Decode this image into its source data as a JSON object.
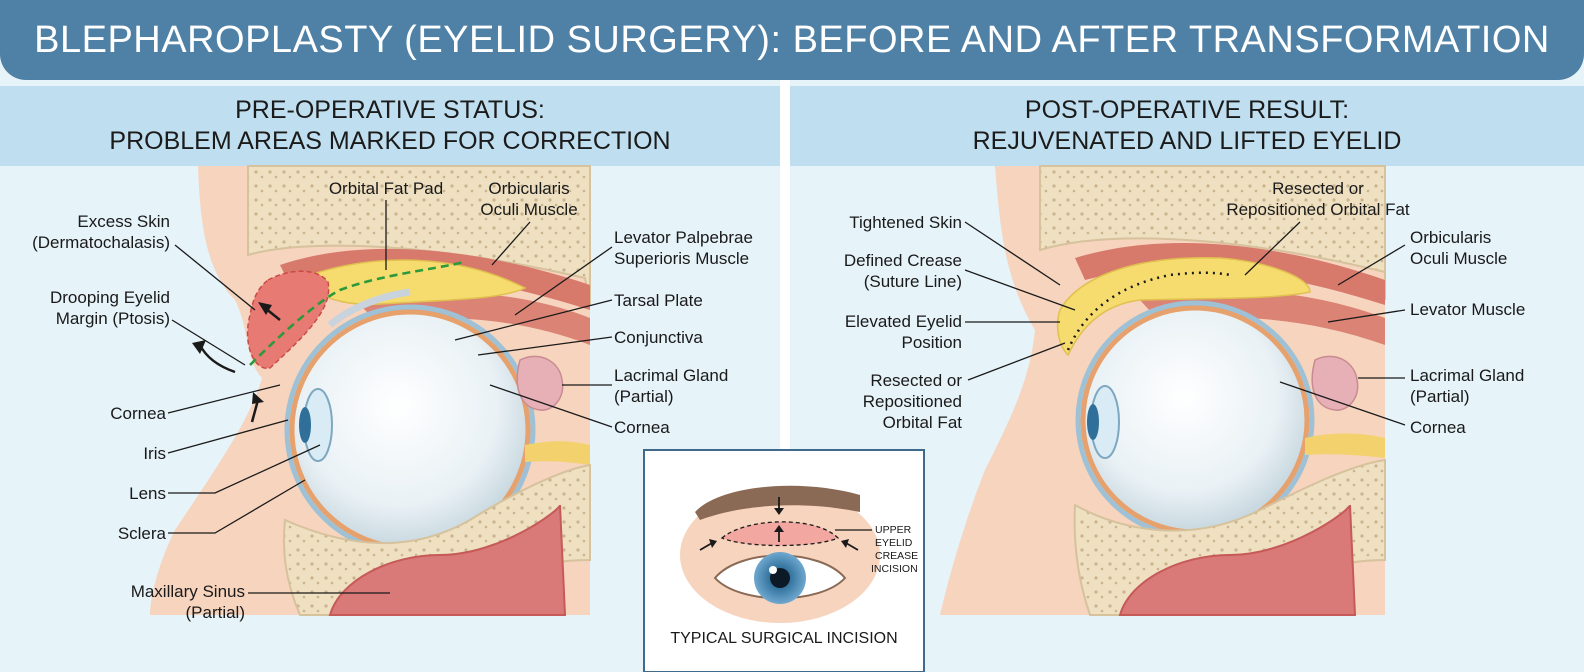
{
  "title": "BLEPHAROPLASTY (EYELID SURGERY): BEFORE AND AFTER TRANSFORMATION",
  "left_panel": {
    "heading_line1": "PRE-OPERATIVE STATUS:",
    "heading_line2": "PROBLEM AREAS MARKED FOR CORRECTION",
    "labels": {
      "excess_skin_1": "Excess Skin",
      "excess_skin_2": "(Dermatochalasis)",
      "drooping_1": "Drooping Eyelid",
      "drooping_2": "Margin (Ptosis)",
      "cornea_left": "Cornea",
      "iris": "Iris",
      "lens": "Lens",
      "sclera": "Sclera",
      "maxillary_1": "Maxillary Sinus",
      "maxillary_2": "(Partial)",
      "orbital_fat_pad": "Orbital Fat Pad",
      "orbicularis_1": "Orbicularis",
      "orbicularis_2": "Oculi Muscle",
      "levator_1": "Levator Palpebrae",
      "levator_2": "Superioris Muscle",
      "tarsal_plate": "Tarsal Plate",
      "conjunctiva": "Conjunctiva",
      "lacrimal_1": "Lacrimal Gland",
      "lacrimal_2": "(Partial)",
      "cornea_right": "Cornea"
    }
  },
  "right_panel": {
    "heading_line1": "POST-OPERATIVE RESULT:",
    "heading_line2": "REJUVENATED AND LIFTED EYELID",
    "labels": {
      "tightened_skin": "Tightened Skin",
      "defined_crease_1": "Defined Crease",
      "defined_crease_2": "(Suture Line)",
      "elevated_1": "Elevated Eyelid",
      "elevated_2": "Position",
      "resected_left_1": "Resected or",
      "resected_left_2": "Repositioned",
      "resected_left_3": "Orbital Fat",
      "resected_top_1": "Resected or",
      "resected_top_2": "Repositioned Orbital Fat",
      "orbicularis_1": "Orbicularis",
      "orbicularis_2": "Oculi Muscle",
      "levator": "Levator Muscle",
      "lacrimal_1": "Lacrimal Gland",
      "lacrimal_2": "(Partial)",
      "cornea": "Cornea"
    }
  },
  "inset": {
    "caption": "TYPICAL SURGICAL INCISION",
    "label_1": "UPPER",
    "label_2": "EYELID",
    "label_3": "CREASE",
    "label_4": "INCISION"
  },
  "colors": {
    "title_bg": "#4f81a6",
    "panel_head_bg": "#bfdff0",
    "background": "#e6f3f9",
    "skin": "#f7d4bd",
    "fat": "#f6dc6f",
    "muscle": "#d77a6c",
    "bone": "#efe0c2",
    "problem_marker": "#2c9a3a",
    "excess_skin_marker": "#e87a74"
  }
}
